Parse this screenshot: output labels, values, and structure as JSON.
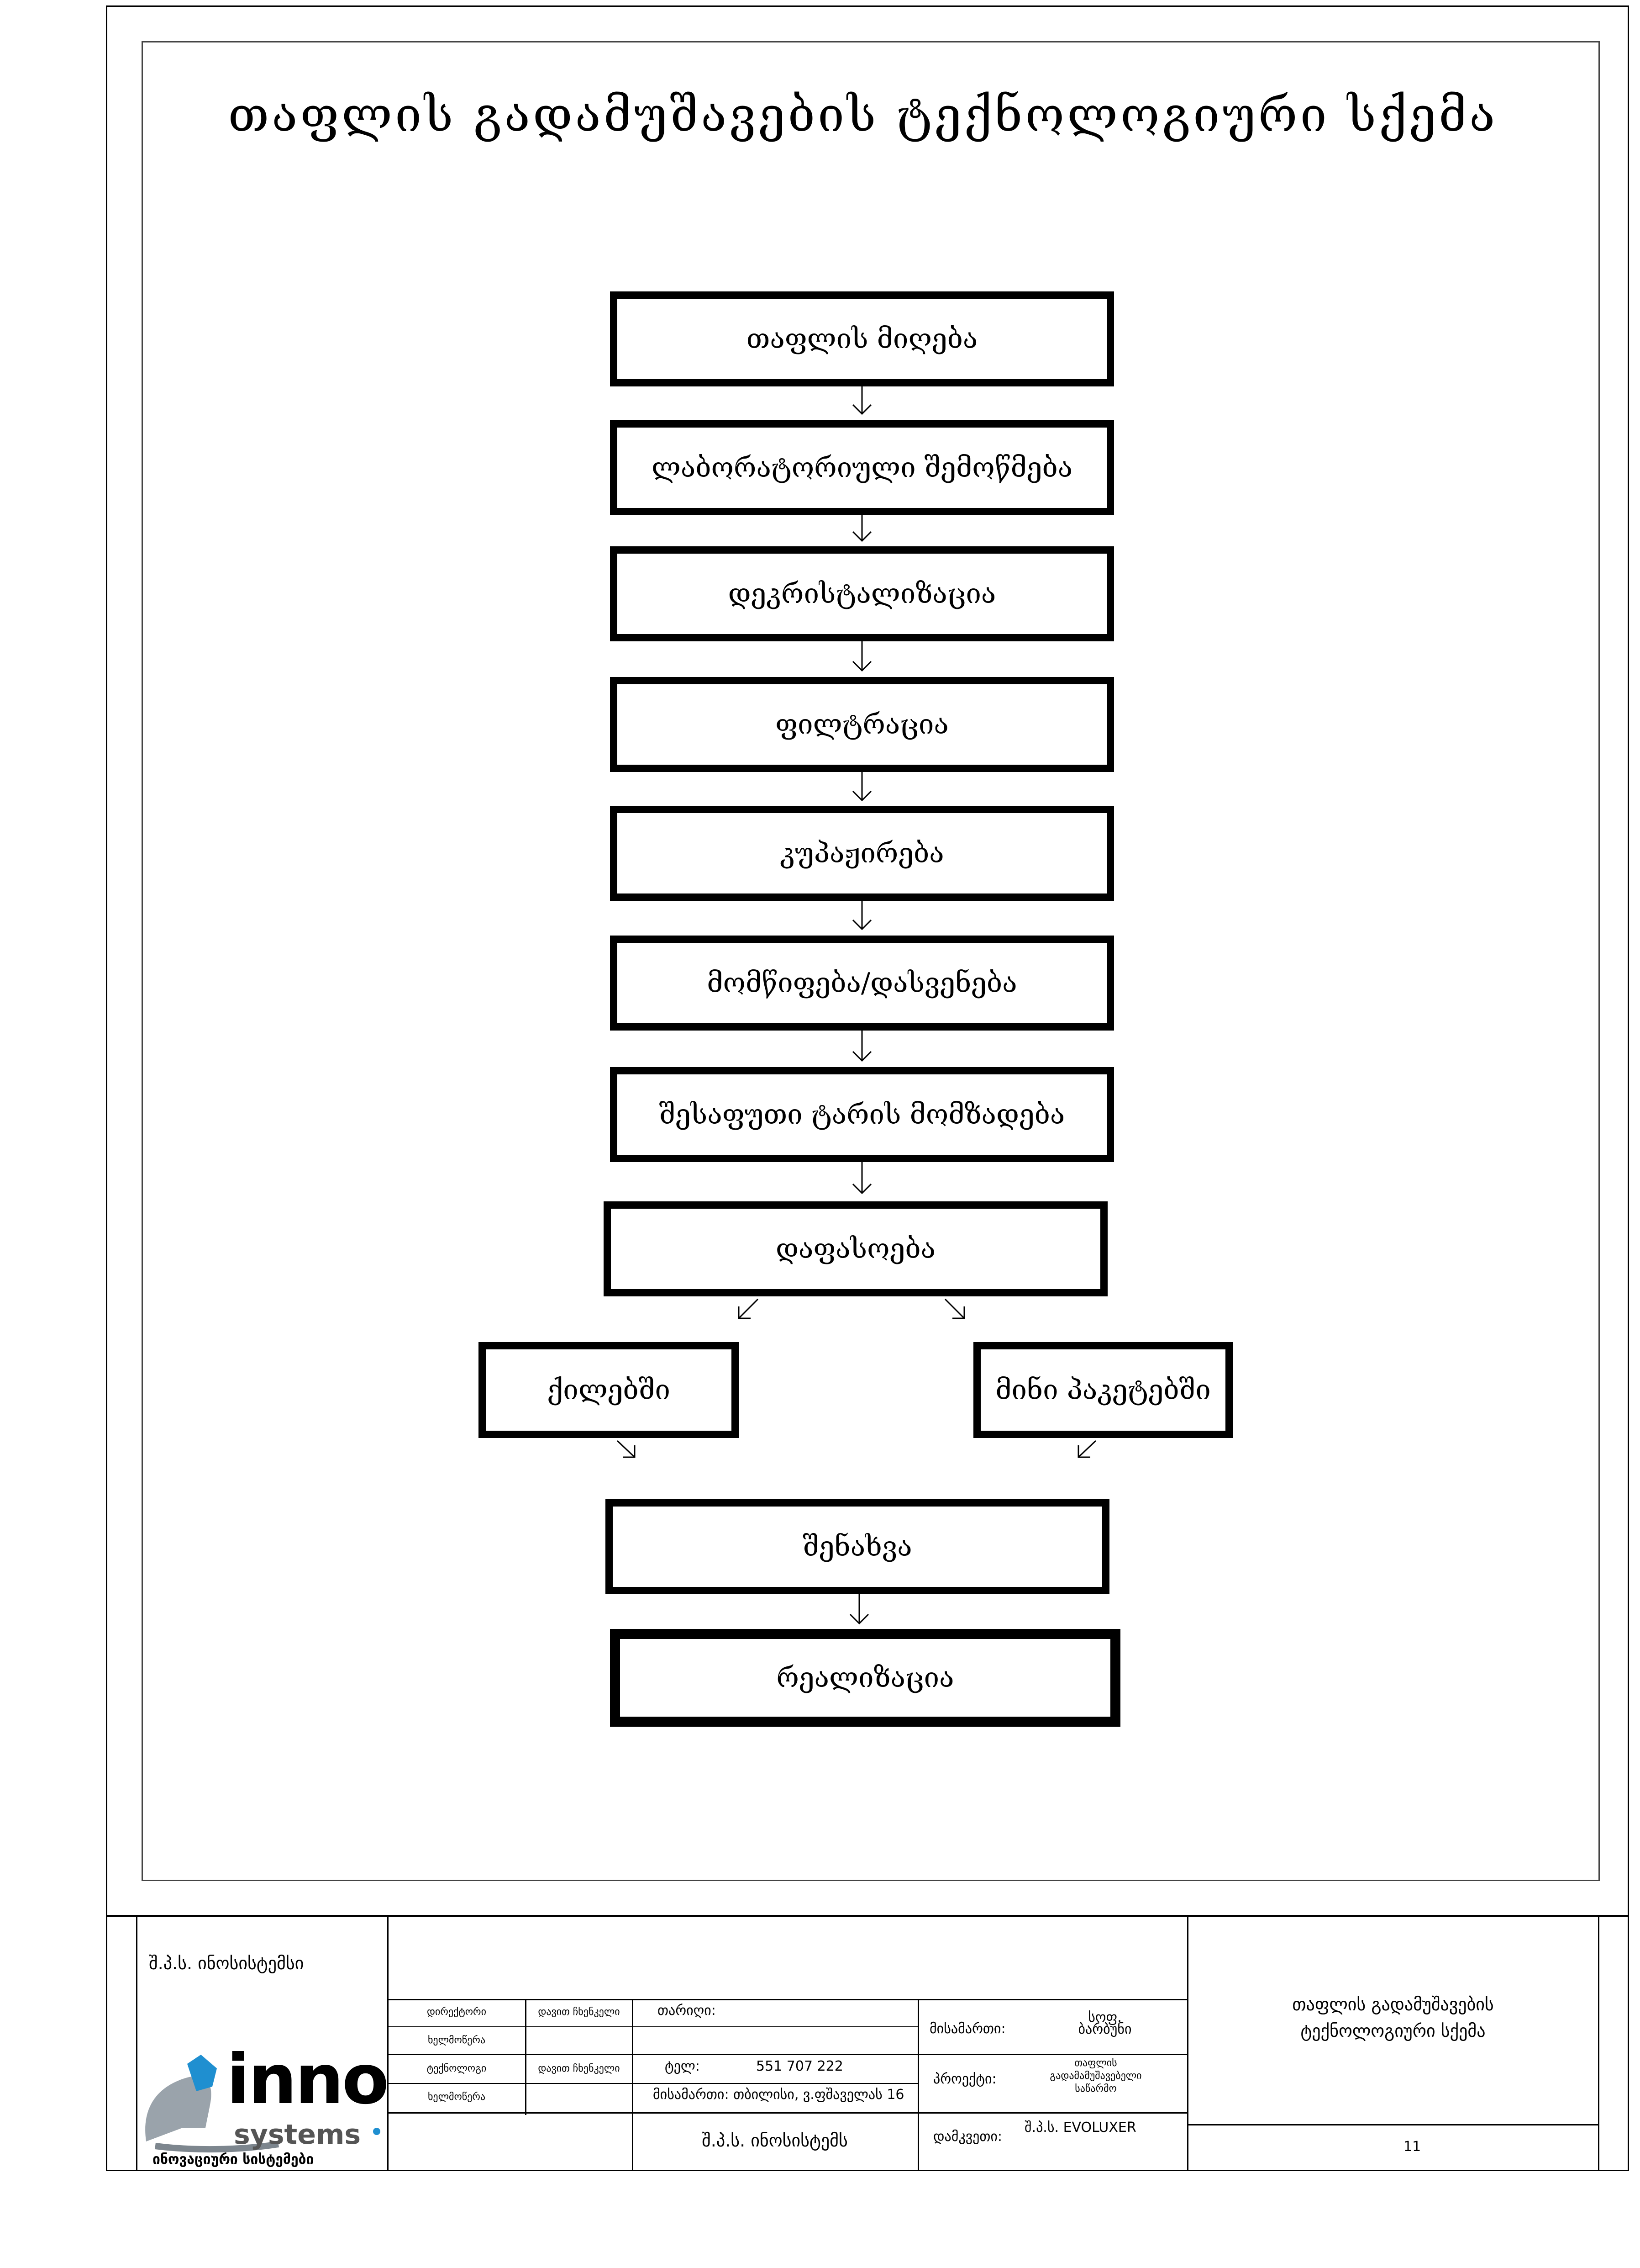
{
  "title": "თაფლის გადამუშავების ტექნოლოგიური სქემა",
  "flow": {
    "step_1": "თაფლის მიღება",
    "step_2": "ლაბორატორიული შემოწმება",
    "step_3": "დეკრისტალიზაცია",
    "step_4": "ფილტრაცია",
    "step_5": "კუპაჟირება",
    "step_6": "მომწიფება/დასვენება",
    "step_7": "შესაფუთი ტარის მომზადება",
    "step_8": "დაფასოება",
    "branch_left": "ქილებში",
    "branch_right": "მინი პაკეტებში",
    "step_9": "შენახვა",
    "step_10": "რეალიზაცია"
  },
  "title_block": {
    "company": "შ.პ.ს. ინოსისტემსი",
    "role_director": "დირექტორი",
    "role_signature_1": "ხელმოწერა",
    "role_technologist": "ტექნოლოგი",
    "role_signature_2": "ხელმოწერა",
    "name_director": "დავით ჩხენკელი",
    "name_technologist": "დავით ჩხენკელი",
    "date_label": "თარიღი:",
    "phone_label": "ტელ:",
    "phone_value": "551 707 222",
    "address": "მისამართი: თბილისი, ვ.ფშაველას 16",
    "company_footer": "შ.პ.ს. ინოსისტემს",
    "address_label": "მისამართი:",
    "address_value": "სოფ. ბარბუნი",
    "project_label": "პროექტი:",
    "project_value_1": "თაფლის",
    "project_value_2": "გადამამუშავებელი",
    "project_value_3": "საწარმო",
    "client_label": "დამკვეთი:",
    "client_value": "შ.პ.ს. EVOLUXER",
    "doc_title_1": "თაფლის გადამუშავების",
    "doc_title_2": "ტექნოლოგიური სქემა",
    "sheet": "11",
    "logo_word": "inno",
    "logo_sub": "systems",
    "logo_tagline": "ინოვაციური სისტემები"
  }
}
